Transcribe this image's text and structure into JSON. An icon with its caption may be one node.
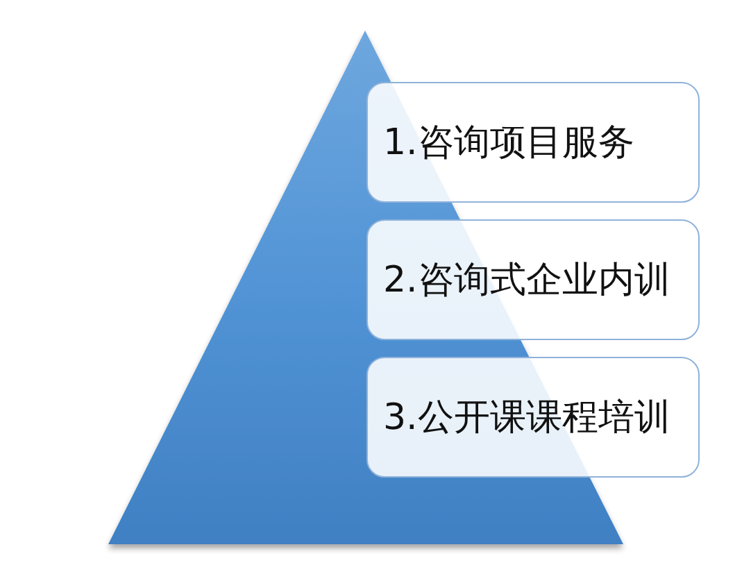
{
  "diagram": {
    "nodes": [
      {
        "text": [
          "1.咨询项目服务"
        ]
      },
      {
        "text": [
          "2.咨询式企业内训"
        ]
      },
      {
        "text": [
          "3.公开课课程培训"
        ]
      }
    ]
  }
}
